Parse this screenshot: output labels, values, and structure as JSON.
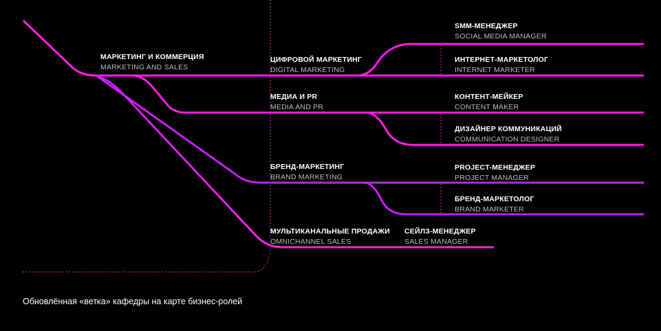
{
  "colors": {
    "background": "#000000",
    "track_magenta": "#ff1ee6",
    "track_violet": "#c41ef2",
    "dotted": "#ff2ad6",
    "text_primary": "#ffffff",
    "text_secondary": "#bdbdbd"
  },
  "nodes": {
    "marketing_sales": {
      "ru": "МАРКЕТИНГ И КОММЕРЦИЯ",
      "en": "MARKETING AND SALES"
    },
    "digital_marketing": {
      "ru": "ЦИФРОВОЙ МАРКЕТИНГ",
      "en": "DIGITAL MARKETING"
    },
    "media_pr": {
      "ru": "МЕДИА И PR",
      "en": "MEDIA AND PR"
    },
    "brand_marketing": {
      "ru": "БРЕНД-МАРКЕТИНГ",
      "en": "BRAND MARKETING"
    },
    "omnichannel_sales": {
      "ru": "МУЛЬТИКАНАЛЬНЫЕ ПРОДАЖИ",
      "en": "OMNICHANNEL SALES"
    },
    "smm_manager": {
      "ru": "SMM-МЕНЕДЖЕР",
      "en": "SOCIAL MEDIA MANAGER"
    },
    "internet_marketer": {
      "ru": "ИНТЕРНЕТ-МАРКЕТОЛОГ",
      "en": "INTERNET MARKETER"
    },
    "content_maker": {
      "ru": "КОНТЕНТ-МЕЙКЕР",
      "en": "CONTENT MAKER"
    },
    "communication_designer": {
      "ru": "ДИЗАЙНЕР КОММУНИКАЦИЙ",
      "en": "COMMUNICATION DESIGNER"
    },
    "project_manager": {
      "ru": "PROJECT-МЕНЕДЖЕР",
      "en": "PROJECT MANAGER"
    },
    "brand_marketer": {
      "ru": "БРЕНД-МАРКЕТОЛОГ",
      "en": "BRAND MARKETER"
    },
    "sales_manager": {
      "ru": "СЕЙЛЗ-МЕНЕДЖЕР",
      "en": "SALES MANAGER"
    }
  },
  "caption": "Обновлённая «ветка» кафедры на карте бизнес-ролей"
}
